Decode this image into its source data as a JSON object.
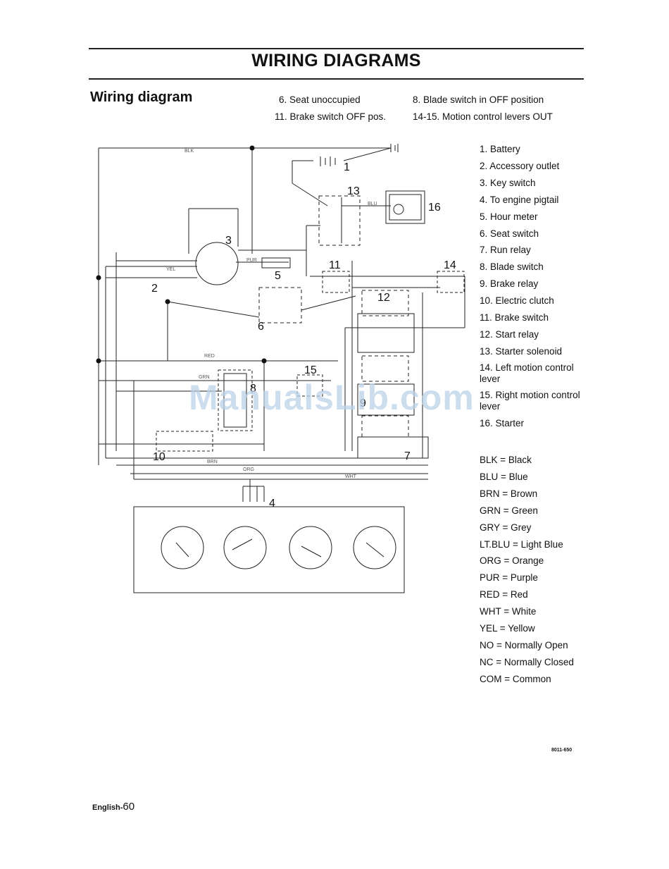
{
  "page_title": "WIRING DIAGRAMS",
  "section_title": "Wiring diagram",
  "conditions": [
    "6. Seat unoccupied",
    "11. Brake switch OFF pos.",
    "8. Blade switch in OFF position",
    "14-15. Motion control levers OUT"
  ],
  "legend": [
    "1. Battery",
    "2. Accessory outlet",
    "3. Key switch",
    "4. To engine pigtail",
    "5. Hour meter",
    "6. Seat switch",
    "7. Run relay",
    "8. Blade switch",
    "9. Brake relay",
    "10. Electric clutch",
    "11. Brake switch",
    "12. Start relay",
    "13. Starter solenoid",
    "14. Left motion control lever",
    "15. Right motion control lever",
    "16. Starter"
  ],
  "colors": [
    "BLK = Black",
    "BLU = Blue",
    "BRN = Brown",
    "GRN = Green",
    "GRY = Grey",
    "LT.BLU = Light Blue",
    "ORG = Orange",
    "PUR = Purple",
    "RED = Red",
    "WHT = White",
    "YEL = Yellow",
    "NO = Normally Open",
    "NC = Normally Closed",
    "COM = Common"
  ],
  "diagram": {
    "component_numbers": [
      "1",
      "2",
      "3",
      "4",
      "5",
      "6",
      "7",
      "8",
      "9",
      "10",
      "11",
      "12",
      "13",
      "14",
      "15",
      "16"
    ],
    "wire_labels": [
      "BLK",
      "BLU",
      "RED",
      "GRN",
      "PUR",
      "ORG",
      "BRN",
      "YEL",
      "WHT"
    ]
  },
  "watermark": "ManualsLib.com",
  "doc_code": "8011-650",
  "page_number_prefix": "English-",
  "page_number": "60"
}
